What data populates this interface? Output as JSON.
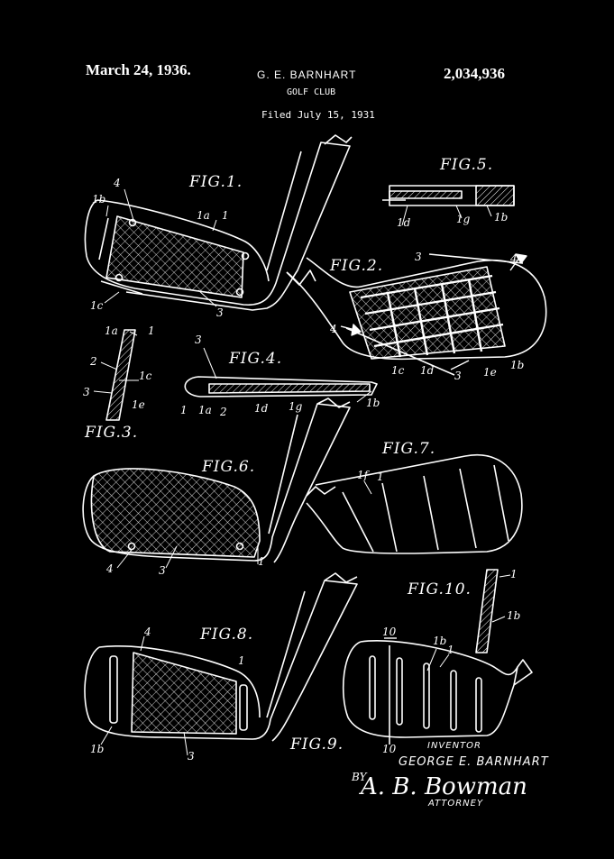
{
  "header": {
    "date": "March 24, 1936.",
    "inventor_name": "G. E. BARNHART",
    "patent_number": "2,034,936",
    "title": "GOLF CLUB",
    "filed": "Filed July 15, 1931"
  },
  "figures": {
    "fig1": "FIG.1.",
    "fig2": "FIG.2.",
    "fig3": "FIG.3.",
    "fig4": "FIG.4.",
    "fig5": "FIG.5.",
    "fig6": "FIG.6.",
    "fig7": "FIG.7.",
    "fig8": "FIG.8.",
    "fig9": "FIG.9.",
    "fig10": "FIG.10."
  },
  "refs": {
    "r1": "1",
    "r1a": "1a",
    "r1b": "1b",
    "r1c": "1c",
    "r1d": "1d",
    "r1e": "1e",
    "r1f": "1f",
    "r1g": "1g",
    "r2": "2",
    "r3": "3",
    "r4": "4",
    "r10": "10"
  },
  "signature": {
    "inventor_label": "INVENTOR",
    "inventor": "GEORGE E. BARNHART",
    "by": "BY",
    "attorney_sig": "A. B. Bowman",
    "attorney_label": "ATTORNEY"
  },
  "colors": {
    "background": "#000000",
    "ink": "#ffffff"
  }
}
